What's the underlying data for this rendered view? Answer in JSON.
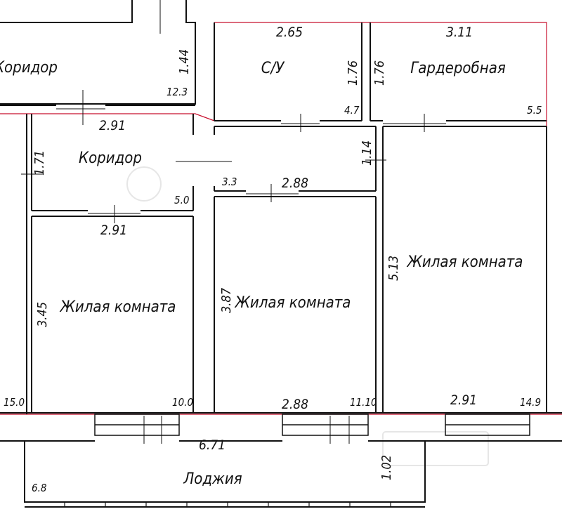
{
  "rooms": {
    "corridor_left": "Коридор",
    "wc": "С/У",
    "wardrobe": "Гардеробная",
    "corridor_mid": "Коридор",
    "living_left": "Жилая комната",
    "living_mid": "Жилая комната",
    "living_right": "Жилая комната",
    "loggia": "Лоджия"
  },
  "areas": {
    "corridor_top": "12.3",
    "wc": "4.7",
    "wardrobe": "5.5",
    "hall": "3.3",
    "corridor": "5.0",
    "left_edge": "15.0",
    "living_left": "10.0",
    "living_mid": "11.10",
    "living_right": "14.9",
    "loggia": "6.8"
  },
  "dims": {
    "corridor_top_h": "1.44",
    "wc_w": "2.65",
    "wc_h": "1.76",
    "wardrobe_w": "3.11",
    "wardrobe_h": "1.76",
    "corridor_w_top": "2.91",
    "corridor_h": "1.71",
    "hall_h": "1.14",
    "hall_w": "2.88",
    "living_left_w": "2.91",
    "living_left_h": "3.45",
    "living_mid_h": "3.87",
    "living_right_h": "5.13",
    "living_mid_w": "2.88",
    "living_right_w": "2.91",
    "loggia_w": "6.71",
    "loggia_h": "1.02"
  },
  "colors": {
    "wall": "#111111",
    "outline": "#c8102e",
    "watermark": "#e2e2e2"
  }
}
